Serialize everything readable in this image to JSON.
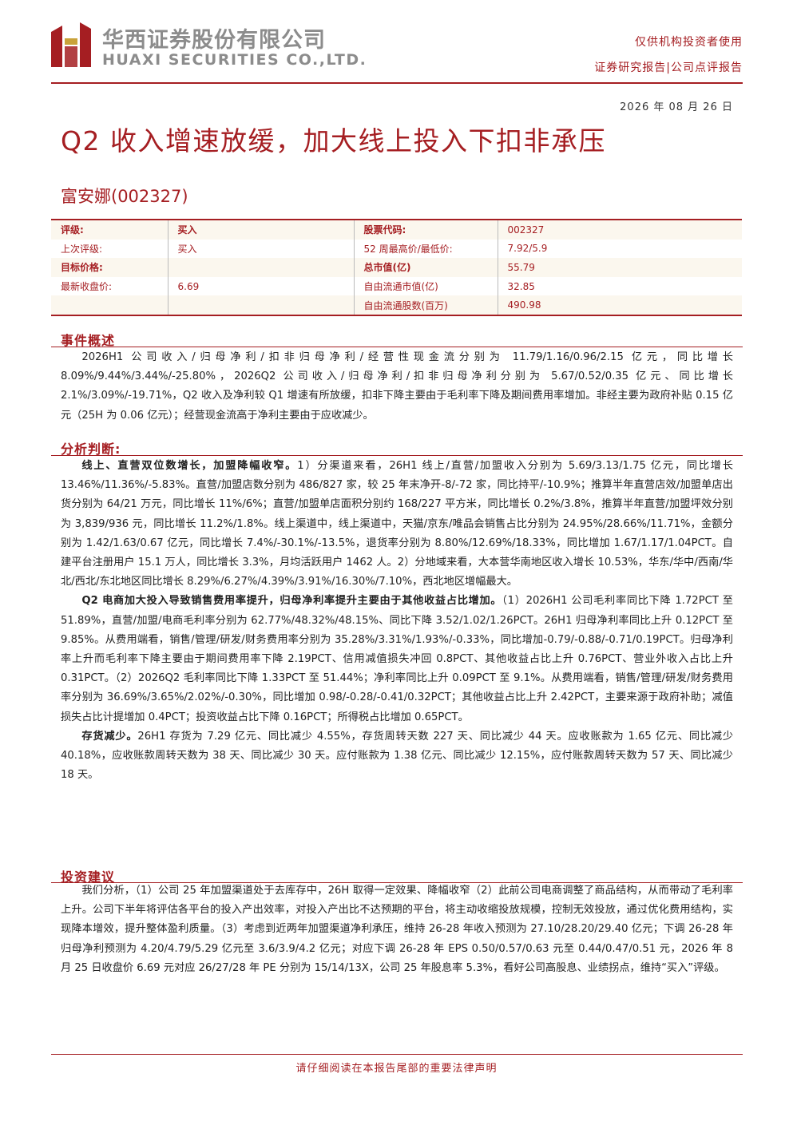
{
  "header": {
    "company_cn": "华西证券股份有限公司",
    "company_en": "HUAXI SECURITIES CO.,LTD.",
    "audience": "仅供机构投资者使用",
    "report_type": "证券研究报告|公司点评报告",
    "brand_color": "#a51e22"
  },
  "date": "2026 年 08 月 26 日",
  "title": "Q2 收入增速放缓，加大线上投入下扣非承压",
  "stock_name": "富安娜(002327)",
  "info_table": [
    [
      "评级:",
      "买入",
      "股票代码:",
      "002327"
    ],
    [
      "上次评级:",
      "买入",
      "52 周最高价/最低价:",
      "7.92/5.9"
    ],
    [
      "目标价格:",
      "",
      "总市值(亿)",
      "55.79"
    ],
    [
      "最新收盘价:",
      "6.69",
      "自由流通市值(亿)",
      "32.85"
    ],
    [
      "",
      "",
      "自由流通股数(百万)",
      "490.98"
    ]
  ],
  "sections": {
    "event": {
      "title": "事件概述",
      "paragraphs": [
        "2026H1 公司收入/归母净利/扣非归母净利/经营性现金流分别为 11.79/1.16/0.96/2.15 亿元，同比增长 8.09%/9.44%/3.44%/-25.80%，2026Q2 公司收入/归母净利/扣非归母净利分别为 5.67/0.52/0.35 亿元、同比增长 2.1%/3.09%/-19.71%，Q2 收入及净利较 Q1 增速有所放缓，扣非下降主要由于毛利率下降及期间费用率增加。非经主要为政府补贴 0.15 亿元（25H 为 0.06 亿元）；经营现金流高于净利主要由于应收减少。"
      ]
    },
    "analysis": {
      "title": "分析判断:",
      "paragraphs": [
        {
          "lead": "线上、直营双位数增长，加盟降幅收窄。",
          "text": "1）分渠道来看，26H1 线上/直营/加盟收入分别为 5.69/3.13/1.75 亿元，同比增长 13.46%/11.36%/-5.83%。直营/加盟店数分别为 486/827 家，较 25 年末净开-8/-72 家，同比持平/-10.9%；推算半年直营店效/加盟单店出货分别为 64/21 万元，同比增长 11%/6%；直营/加盟单店面积分别约 168/227 平方米，同比增长 0.2%/3.8%，推算半年直营/加盟坪效分别为 3,839/936 元，同比增长 11.2%/1.8%。线上渠道中，线上渠道中，天猫/京东/唯品会销售占比分别为 24.95%/28.66%/11.71%，金额分别为 1.42/1.63/0.67 亿元，同比增长 7.4%/-30.1%/-13.5%，退货率分别为 8.80%/12.69%/18.33%，同比增加 1.67/1.17/1.04PCT。自建平台注册用户 15.1 万人，同比增长 3.3%，月均活跃用户 1462 人。2）分地域来看，大本营华南地区收入增长 10.53%，华东/华中/西南/华北/西北/东北地区同比增长 8.29%/6.27%/4.39%/3.91%/16.30%/7.10%，西北地区增幅最大。"
        },
        {
          "lead": "Q2 电商加大投入导致销售费用率提升，归母净利率提升主要由于其他收益占比增加。",
          "text": "（1）2026H1 公司毛利率同比下降 1.72PCT 至 51.89%，直营/加盟/电商毛利率分别为 62.77%/48.32%/48.15%、同比下降 3.52/1.02/1.26PCT。26H1 归母净利率同比上升 0.12PCT 至 9.85%。从费用端看，销售/管理/研发/财务费用率分别为 35.28%/3.31%/1.93%/-0.33%，同比增加-0.79/-0.88/-0.71/0.19PCT。归母净利率上升而毛利率下降主要由于期间费用率下降 2.19PCT、信用减值损失冲回 0.8PCT、其他收益占比上升 0.76PCT、营业外收入占比上升 0.31PCT。（2）2026Q2 毛利率同比下降 1.33PCT 至 51.44%；净利率同比上升 0.09PCT 至 9.1%。从费用端看，销售/管理/研发/财务费用率分别为 36.69%/3.65%/2.02%/-0.30%，同比增加 0.98/-0.28/-0.41/0.32PCT；其他收益占比上升 2.42PCT，主要来源于政府补助；减值损失占比计提增加 0.4PCT；投资收益占比下降 0.16PCT；所得税占比增加 0.65PCT。"
        },
        {
          "lead": "存货减少。",
          "text": "26H1 存货为 7.29 亿元、同比减少 4.55%，存货周转天数 227 天、同比减少 44 天。应收账款为 1.65 亿元、同比减少 40.18%，应收账款周转天数为 38 天、同比减少 30 天。应付账款为 1.38 亿元、同比减少 12.15%，应付账款周转天数为 57 天、同比减少 18 天。"
        }
      ]
    },
    "investment": {
      "title": "投资建议",
      "paragraphs": [
        "我们分析，（1）公司 25 年加盟渠道处于去库存中，26H 取得一定效果、降幅收窄（2）此前公司电商调整了商品结构，从而带动了毛利率上升。公司下半年将评估各平台的投入产出效率，对投入产出比不达预期的平台，将主动收缩投放规模，控制无效投放，通过优化费用结构，实现降本增效，提升整体盈利质量。（3）考虑到近两年加盟渠道净利承压，维持 26-28 年收入预测为 27.10/28.20/29.40 亿元；下调 26-28 年归母净利预测为 4.20/4.79/5.29 亿元至 3.6/3.9/4.2 亿元；对应下调 26-28 年 EPS 0.50/0.57/0.63 元至 0.44/0.47/0.51 元，2026 年 8 月 25 日收盘价 6.69 元对应 26/27/28 年 PE 分别为 15/14/13X，公司 25 年股息率 5.3%，看好公司高股息、业绩拐点，维持“买入”评级。"
      ]
    }
  },
  "footer": "请仔细阅读在本报告尾部的重要法律声明"
}
